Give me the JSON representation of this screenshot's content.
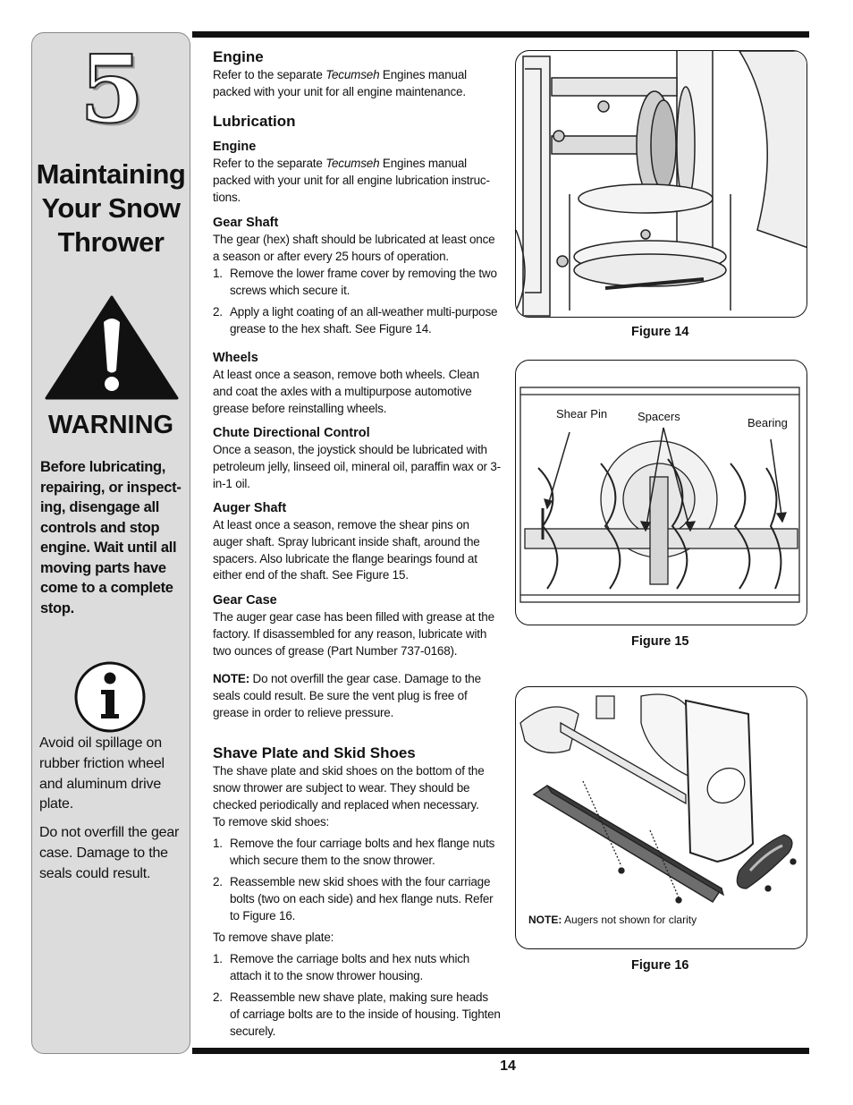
{
  "sidebar": {
    "chapter_number": "5",
    "chapter_title_lines": [
      "Maintaining",
      "Your Snow",
      "Thrower"
    ],
    "warning_heading": "WARNING",
    "warning_text": "Before lubricating, repairing, or inspect-ing, disengage all controls and stop engine. Wait until all moving parts have come to a complete stop.",
    "info_paragraphs": [
      "Avoid oil spillage on rubber friction wheel and aluminum drive plate.",
      "Do not overfill the gear case. Damage to the seals could result."
    ]
  },
  "engine": {
    "heading": "Engine",
    "text_before": "Refer to the separate ",
    "brand": "Tecumseh",
    "text_after": " Engines manual packed with your unit for all engine maintenance."
  },
  "lubrication": {
    "heading": "Lubrication",
    "engine": {
      "subheading": "Engine",
      "text_before": "Refer to the separate ",
      "brand": "Tecumseh",
      "text_after": " Engines manual packed with your unit for all engine lubrication instruc-tions."
    },
    "gear_shaft": {
      "subheading": "Gear Shaft",
      "text": "The gear (hex) shaft should be lubricated at least once a season or after every 25 hours of operation.",
      "steps": [
        {
          "num": "1.",
          "text": "Remove the lower frame cover by removing the two screws which secure it."
        },
        {
          "num": "2.",
          "text": "Apply a light coating of an all-weather multi-purpose grease to the hex shaft. See Figure 14."
        }
      ]
    },
    "wheels": {
      "subheading": "Wheels",
      "text": "At least once a season, remove both wheels. Clean and coat the axles with a multipurpose automotive grease before reinstalling wheels."
    },
    "chute": {
      "subheading": "Chute Directional Control",
      "text": "Once a season, the joystick should be lubricated with petroleum jelly, linseed oil, mineral oil, paraffin wax or 3-in-1 oil."
    },
    "auger_shaft": {
      "subheading": "Auger Shaft",
      "text": "At least once a season, remove the shear pins on auger shaft. Spray lubricant inside shaft, around the spacers. Also lubricate the flange bearings found at either end of the shaft. See Figure 15."
    },
    "gear_case": {
      "subheading": "Gear Case",
      "text": "The auger gear case has been filled with grease at the factory. If disassembled for any reason, lubricate with two ounces of grease (Part Number 737-0168)."
    },
    "note_label": "NOTE:",
    "note_text": " Do not overfill the gear case. Damage to the seals could result. Be sure the vent plug is free of grease in order to relieve pressure."
  },
  "shave_plate": {
    "heading": "Shave Plate and Skid Shoes",
    "intro": "The shave plate and skid shoes on the bottom of the snow thrower are subject to wear. They should be checked periodically and replaced when necessary.",
    "skid_label": "To remove skid shoes:",
    "skid_steps": [
      {
        "num": "1.",
        "text": "Remove the four carriage bolts and hex flange nuts which secure them to the snow thrower."
      },
      {
        "num": "2.",
        "text": "Reassemble new skid shoes with the four carriage bolts (two on each side) and hex flange nuts. Refer to Figure 16."
      }
    ],
    "plate_label": "To remove shave plate:",
    "plate_steps": [
      {
        "num": "1.",
        "text": "Remove the carriage bolts and hex nuts which attach it to the snow thrower housing."
      },
      {
        "num": "2.",
        "text": "Reassemble new shave plate, making sure heads of carriage bolts are to the inside of housing. Tighten securely."
      }
    ]
  },
  "figures": {
    "fig14_caption": "Figure 14",
    "fig15_caption": "Figure 15",
    "fig15_labels": {
      "shear_pin": "Shear Pin",
      "spacers": "Spacers",
      "bearing": "Bearing"
    },
    "fig16_caption": "Figure 16",
    "fig16_note_label": "NOTE:",
    "fig16_note_text": " Augers not shown for clarity"
  },
  "page_number": "14"
}
